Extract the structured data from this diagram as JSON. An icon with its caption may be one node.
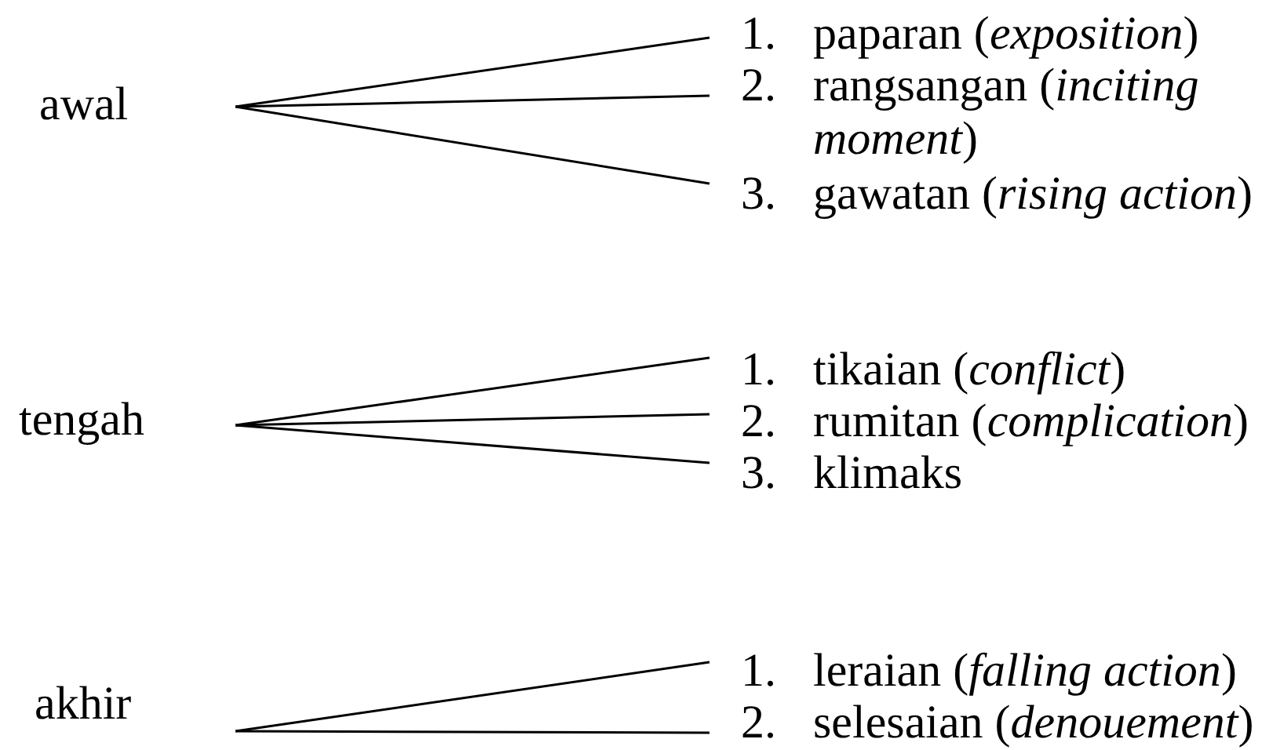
{
  "diagram": {
    "nodes": [
      {
        "text": [
          "awal"
        ]
      },
      {
        "text": [
          "1.",
          "paparan (*exposition*)"
        ]
      },
      {
        "text": [
          "2.",
          "rangsangan (*inciting moment*)"
        ]
      },
      {
        "text": [
          "3.",
          "gawatan (*rising action*)"
        ]
      },
      {
        "text": [
          "tengah"
        ]
      },
      {
        "text": [
          "1.",
          "tikaian (*conflict*)"
        ]
      },
      {
        "text": [
          "2.",
          "rumitan (*complication*)"
        ]
      },
      {
        "text": [
          "3.",
          "klimaks"
        ]
      },
      {
        "text": [
          "akhir"
        ]
      },
      {
        "text": [
          "1.",
          "leraian (*falling action*)"
        ]
      },
      {
        "text": [
          "2.",
          "selesaian (*denouement*)"
        ]
      }
    ],
    "edges": [
      {
        "from": 0,
        "to": 1,
        "arrow": "none"
      },
      {
        "from": 0,
        "to": 2,
        "arrow": "none"
      },
      {
        "from": 0,
        "to": 3,
        "arrow": "none"
      },
      {
        "from": 4,
        "to": 5,
        "arrow": "none"
      },
      {
        "from": 4,
        "to": 6,
        "arrow": "none"
      },
      {
        "from": 4,
        "to": 7,
        "arrow": "none"
      },
      {
        "from": 8,
        "to": 9,
        "arrow": "none"
      },
      {
        "from": 8,
        "to": 10,
        "arrow": "none"
      }
    ]
  }
}
